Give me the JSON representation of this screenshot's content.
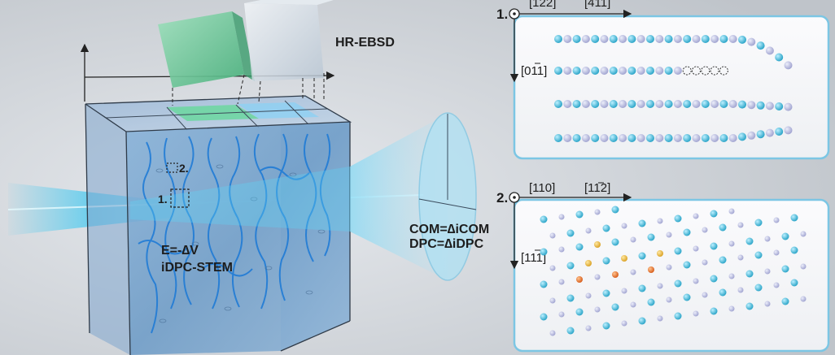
{
  "labels": {
    "hr_ebsd": "HR-EBSD",
    "region_1": "1.",
    "region_2": "2.",
    "field_eq": "E=-∆V",
    "technique": "iDPC-STEM",
    "com_eq": "COM=∆iCOM",
    "dpc_eq": "DPC=∆iDPC"
  },
  "panel1": {
    "index": "1.",
    "axis_top_left": "[122]",
    "axis_top_right": "[411]",
    "axis_side": "[011]"
  },
  "panel2": {
    "index": "2.",
    "axis_top_left": "[110]",
    "axis_top_right": "[112]",
    "axis_side": "[111]"
  },
  "colors": {
    "atom_cyan": "#3fb3d3",
    "atom_lavender": "#b6b8dc",
    "atom_orange": "#e0752a",
    "atom_yellow": "#e6b73a",
    "cube_blue": "#6f9dc7",
    "crystal_green": "#5bbf8e",
    "beam": "#40c8f0"
  }
}
